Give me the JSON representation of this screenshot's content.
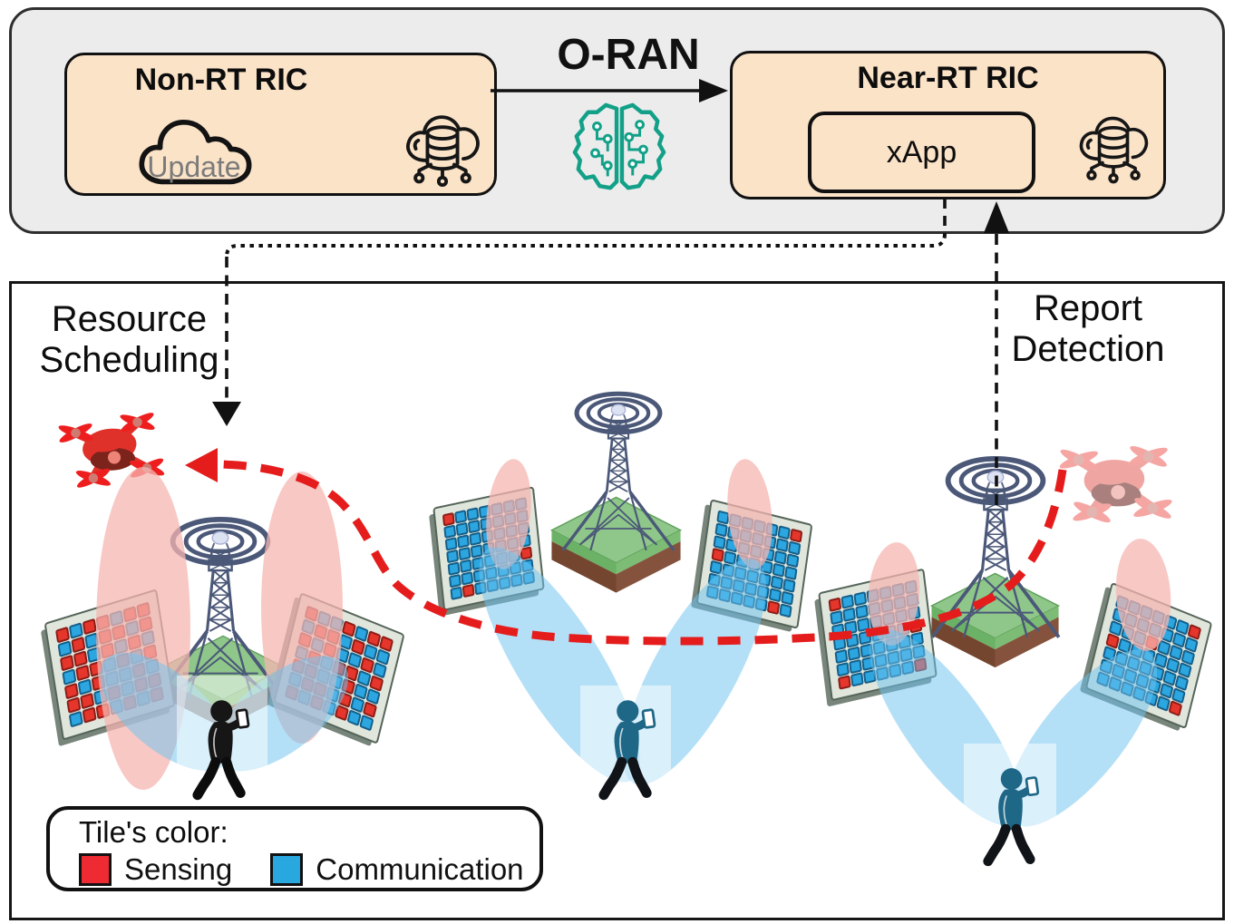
{
  "header": {
    "oran_title": "O-RAN",
    "non_rt": {
      "title": "Non-RT RIC",
      "cloud_label": "Update"
    },
    "near_rt": {
      "title": "Near-RT RIC",
      "xapp_label": "xApp"
    }
  },
  "scene": {
    "resource_scheduling": {
      "line1": "Resource",
      "line2": "Scheduling"
    },
    "report_detection": {
      "line1": "Report",
      "line2": "Detection"
    }
  },
  "legend": {
    "title": "Tile's color:",
    "items": [
      {
        "label": "Sensing",
        "color": "#ee2a33"
      },
      {
        "label": "Communication",
        "color": "#29a8e0"
      }
    ]
  },
  "colors": {
    "sensing_tile": "#e6352b",
    "communication_tile": "#2ba6e0",
    "beam_pink": "#f5b6b2",
    "beam_blue": "#70c4ef",
    "trajectory_red": "#e51c1c",
    "brain_teal": "#12a188",
    "ric_box_fill": "#fbe3c8",
    "top_panel_fill": "#ececec"
  },
  "ris_panels": [
    {
      "id": "bs1-left",
      "tiles": [
        "RBRRBRR",
        "BRBRRBR",
        "RRBRBRB",
        "BRRBRBR",
        "RBRBBRB",
        "RRBRBRR",
        "BRRBRBR"
      ]
    },
    {
      "id": "bs1-right",
      "tiles": [
        "RBBRBRR",
        "BRRBRBB",
        "RBRBBRB",
        "BRBRRBR",
        "RRBBRBB",
        "BRRBRBR",
        "RBRBRBB"
      ]
    },
    {
      "id": "bs2-left",
      "tiles": [
        "RBBBBBB",
        "BBBBBBB",
        "BBBBBBB",
        "BBBBBBB",
        "BBBBBBR",
        "BBBBBBB",
        "BRBBBBB"
      ]
    },
    {
      "id": "bs2-right",
      "tiles": [
        "BBBBBBR",
        "BBBBBBB",
        "BBBBBBB",
        "RBBBBBB",
        "BBBBBBB",
        "BBBBBBB",
        "BBBBBRB"
      ]
    },
    {
      "id": "bs3-left",
      "tiles": [
        "RBBBBBB",
        "BBBBBBB",
        "BBBBBBB",
        "BBBBBBR",
        "BBBBBBB",
        "BBBBBBB",
        "RBBBBBR"
      ]
    },
    {
      "id": "bs3-right",
      "tiles": [
        "BBBBBBR",
        "BBBBBBB",
        "BBBRBBB",
        "RBBBBBB",
        "BBBBBBB",
        "BBBBBBB",
        "BBBBBBR"
      ]
    }
  ]
}
